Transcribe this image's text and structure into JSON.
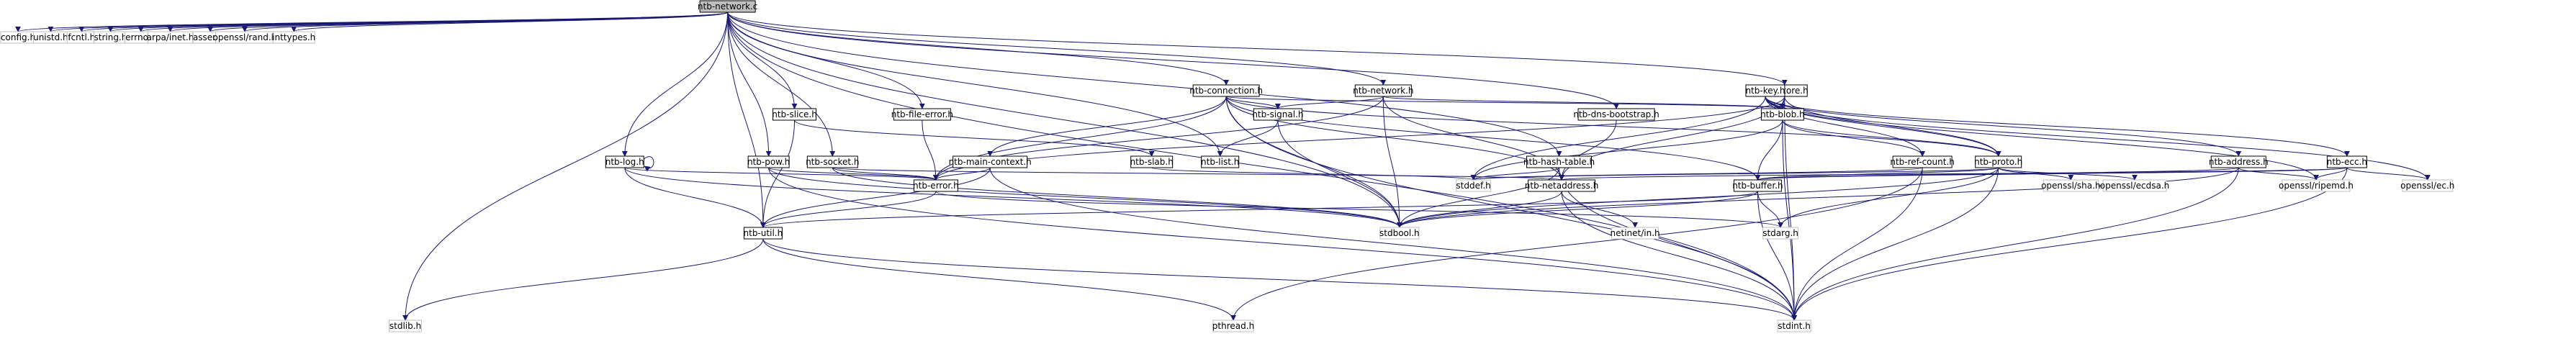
{
  "colors": {
    "edge": "#191970",
    "root_fill": "#bfbfbf",
    "node_border": "#000000",
    "leaf_border": "#bfbfbf"
  },
  "nodes": [
    {
      "id": "root",
      "label": "ntb-network.c",
      "kind": "root"
    },
    {
      "id": "config",
      "label": "config.h",
      "kind": "leaf"
    },
    {
      "id": "unistd",
      "label": "unistd.h",
      "kind": "leaf"
    },
    {
      "id": "fcntl",
      "label": "fcntl.h",
      "kind": "leaf"
    },
    {
      "id": "string",
      "label": "string.h",
      "kind": "leaf"
    },
    {
      "id": "errno",
      "label": "errno.h",
      "kind": "leaf"
    },
    {
      "id": "arpainet",
      "label": "arpa/inet.h",
      "kind": "leaf"
    },
    {
      "id": "assert",
      "label": "assert.h",
      "kind": "leaf"
    },
    {
      "id": "opensslrand",
      "label": "openssl/rand.h",
      "kind": "leaf"
    },
    {
      "id": "inttypes",
      "label": "inttypes.h",
      "kind": "leaf"
    },
    {
      "id": "slice",
      "label": "ntb-slice.h",
      "kind": "file"
    },
    {
      "id": "fileerror",
      "label": "ntb-file-error.h",
      "kind": "file"
    },
    {
      "id": "connection",
      "label": "ntb-connection.h",
      "kind": "file"
    },
    {
      "id": "network",
      "label": "ntb-network.h",
      "kind": "file"
    },
    {
      "id": "dnsbootstrap",
      "label": "ntb-dns-bootstrap.h",
      "kind": "file"
    },
    {
      "id": "store",
      "label": "ntb-store.h",
      "kind": "file"
    },
    {
      "id": "log",
      "label": "ntb-log.h",
      "kind": "file"
    },
    {
      "id": "pow",
      "label": "ntb-pow.h",
      "kind": "file"
    },
    {
      "id": "socket",
      "label": "ntb-socket.h",
      "kind": "file"
    },
    {
      "id": "signal",
      "label": "ntb-signal.h",
      "kind": "file"
    },
    {
      "id": "mainctx",
      "label": "ntb-main-context.h",
      "kind": "file"
    },
    {
      "id": "list",
      "label": "ntb-list.h",
      "kind": "file"
    },
    {
      "id": "slab",
      "label": "ntb-slab.h",
      "kind": "file"
    },
    {
      "id": "hashtable",
      "label": "ntb-hash-table.h",
      "kind": "file"
    },
    {
      "id": "blob",
      "label": "ntb-blob.h",
      "kind": "file"
    },
    {
      "id": "key",
      "label": "ntb-key.h",
      "kind": "file"
    },
    {
      "id": "refcount",
      "label": "ntb-ref-count.h",
      "kind": "file"
    },
    {
      "id": "proto",
      "label": "ntb-proto.h",
      "kind": "file"
    },
    {
      "id": "address",
      "label": "ntb-address.h",
      "kind": "file"
    },
    {
      "id": "ecc",
      "label": "ntb-ecc.h",
      "kind": "file"
    },
    {
      "id": "error",
      "label": "ntb-error.h",
      "kind": "file"
    },
    {
      "id": "netaddress",
      "label": "ntb-netaddress.h",
      "kind": "file"
    },
    {
      "id": "stddef",
      "label": "stddef.h",
      "kind": "leaf"
    },
    {
      "id": "buffer",
      "label": "ntb-buffer.h",
      "kind": "file"
    },
    {
      "id": "sha",
      "label": "openssl/sha.h",
      "kind": "leaf"
    },
    {
      "id": "ecdsa",
      "label": "openssl/ecdsa.h",
      "kind": "leaf"
    },
    {
      "id": "ripemd",
      "label": "openssl/ripemd.h",
      "kind": "leaf"
    },
    {
      "id": "ec",
      "label": "openssl/ec.h",
      "kind": "leaf"
    },
    {
      "id": "util",
      "label": "ntb-util.h",
      "kind": "file"
    },
    {
      "id": "stdbool",
      "label": "stdbool.h",
      "kind": "leaf"
    },
    {
      "id": "netinet",
      "label": "netinet/in.h",
      "kind": "leaf"
    },
    {
      "id": "stdarg",
      "label": "stdarg.h",
      "kind": "leaf"
    },
    {
      "id": "stdlib",
      "label": "stdlib.h",
      "kind": "leaf"
    },
    {
      "id": "pthread",
      "label": "pthread.h",
      "kind": "leaf"
    },
    {
      "id": "stdint",
      "label": "stdint.h",
      "kind": "leaf"
    }
  ],
  "edges": [
    [
      "root",
      "config"
    ],
    [
      "root",
      "unistd"
    ],
    [
      "root",
      "fcntl"
    ],
    [
      "root",
      "string"
    ],
    [
      "root",
      "errno"
    ],
    [
      "root",
      "arpainet"
    ],
    [
      "root",
      "assert"
    ],
    [
      "root",
      "opensslrand"
    ],
    [
      "root",
      "inttypes"
    ],
    [
      "root",
      "slice"
    ],
    [
      "root",
      "fileerror"
    ],
    [
      "root",
      "connection"
    ],
    [
      "root",
      "network"
    ],
    [
      "root",
      "dnsbootstrap"
    ],
    [
      "root",
      "store"
    ],
    [
      "root",
      "log"
    ],
    [
      "root",
      "pow"
    ],
    [
      "root",
      "socket"
    ],
    [
      "root",
      "list"
    ],
    [
      "root",
      "hashtable"
    ],
    [
      "root",
      "util"
    ],
    [
      "root",
      "stdbool"
    ],
    [
      "root",
      "stdlib"
    ],
    [
      "root",
      "stdint"
    ],
    [
      "slice",
      "slab"
    ],
    [
      "slice",
      "util"
    ],
    [
      "fileerror",
      "error"
    ],
    [
      "connection",
      "signal"
    ],
    [
      "connection",
      "mainctx"
    ],
    [
      "connection",
      "error"
    ],
    [
      "connection",
      "blob"
    ],
    [
      "connection",
      "proto"
    ],
    [
      "connection",
      "netaddress"
    ],
    [
      "connection",
      "buffer"
    ],
    [
      "connection",
      "stdbool"
    ],
    [
      "connection",
      "stdint"
    ],
    [
      "network",
      "signal"
    ],
    [
      "network",
      "error"
    ],
    [
      "network",
      "blob"
    ],
    [
      "network",
      "netaddress"
    ],
    [
      "network",
      "stdbool"
    ],
    [
      "dnsbootstrap",
      "netaddress"
    ],
    [
      "store",
      "blob"
    ],
    [
      "store",
      "key"
    ],
    [
      "store",
      "proto"
    ],
    [
      "store",
      "error"
    ],
    [
      "store",
      "netaddress"
    ],
    [
      "store",
      "stdint"
    ],
    [
      "log",
      "log"
    ],
    [
      "log",
      "error"
    ],
    [
      "log",
      "util"
    ],
    [
      "log",
      "stdbool"
    ],
    [
      "pow",
      "error"
    ],
    [
      "pow",
      "stdbool"
    ],
    [
      "pow",
      "stdint"
    ],
    [
      "socket",
      "error"
    ],
    [
      "socket",
      "netaddress"
    ],
    [
      "socket",
      "stdbool"
    ],
    [
      "signal",
      "list"
    ],
    [
      "signal",
      "stdbool"
    ],
    [
      "mainctx",
      "error"
    ],
    [
      "mainctx",
      "util"
    ],
    [
      "mainctx",
      "stdint"
    ],
    [
      "slab",
      "stddef"
    ],
    [
      "hashtable",
      "stddef"
    ],
    [
      "hashtable",
      "stdbool"
    ],
    [
      "hashtable",
      "stdint"
    ],
    [
      "blob",
      "refcount"
    ],
    [
      "blob",
      "proto"
    ],
    [
      "blob",
      "buffer"
    ],
    [
      "blob",
      "stddef"
    ],
    [
      "blob",
      "stdint"
    ],
    [
      "key",
      "refcount"
    ],
    [
      "key",
      "proto"
    ],
    [
      "key",
      "address"
    ],
    [
      "key",
      "ecc"
    ],
    [
      "key",
      "ripemd"
    ],
    [
      "key",
      "ec"
    ],
    [
      "key",
      "stddef"
    ],
    [
      "refcount",
      "stddef"
    ],
    [
      "refcount",
      "pthread"
    ],
    [
      "refcount",
      "stdint"
    ],
    [
      "proto",
      "buffer"
    ],
    [
      "proto",
      "sha"
    ],
    [
      "proto",
      "ecdsa"
    ],
    [
      "proto",
      "stddef"
    ],
    [
      "proto",
      "stdarg"
    ],
    [
      "proto",
      "stdbool"
    ],
    [
      "proto",
      "stdint"
    ],
    [
      "address",
      "buffer"
    ],
    [
      "address",
      "ripemd"
    ],
    [
      "address",
      "stdbool"
    ],
    [
      "address",
      "stdint"
    ],
    [
      "ecc",
      "buffer"
    ],
    [
      "ecc",
      "ripemd"
    ],
    [
      "ecc",
      "ec"
    ],
    [
      "ecc",
      "netaddress"
    ],
    [
      "ecc",
      "stdint"
    ],
    [
      "error",
      "stdarg"
    ],
    [
      "error",
      "util"
    ],
    [
      "netaddress",
      "netinet"
    ],
    [
      "netaddress",
      "stdbool"
    ],
    [
      "netaddress",
      "stdint"
    ],
    [
      "buffer",
      "util"
    ],
    [
      "buffer",
      "stdarg"
    ],
    [
      "buffer",
      "stdint"
    ],
    [
      "buffer",
      "stdbool"
    ],
    [
      "util",
      "stdlib"
    ],
    [
      "util",
      "pthread"
    ],
    [
      "util",
      "stdint"
    ]
  ]
}
